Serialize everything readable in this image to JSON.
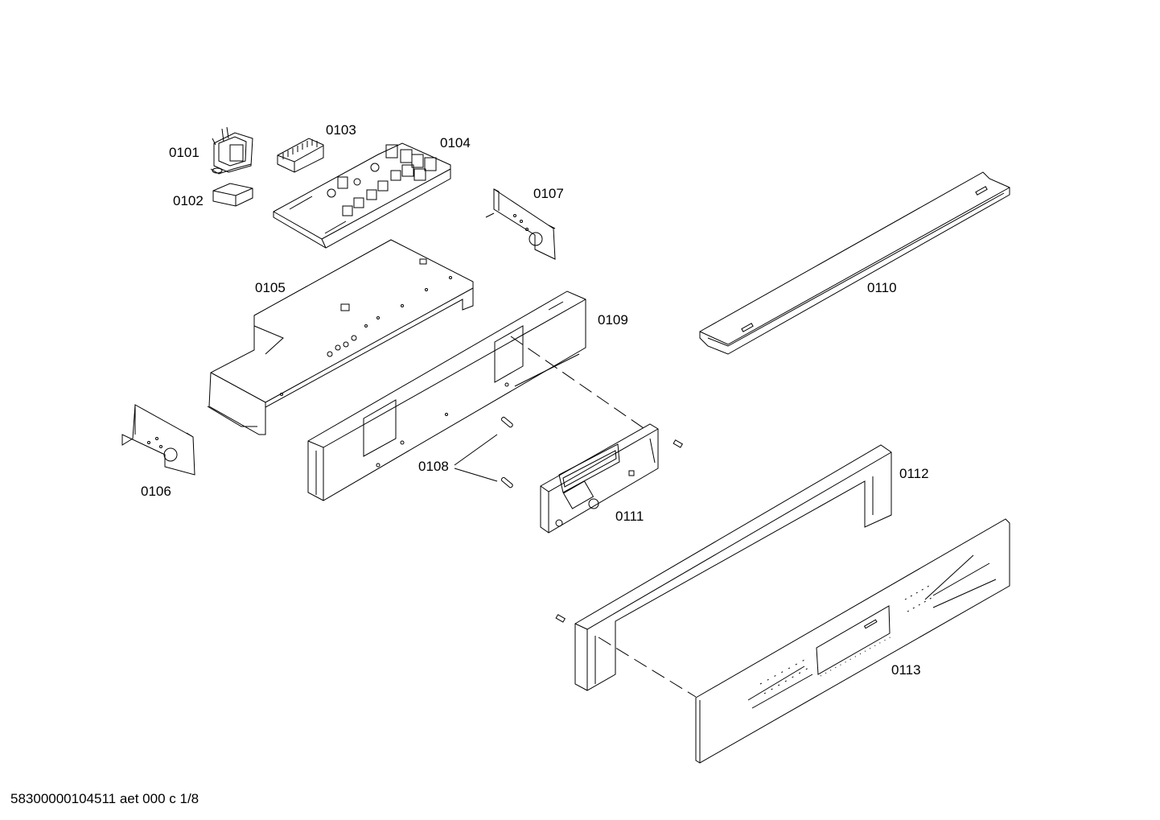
{
  "diagram": {
    "labels": {
      "p0101": "0101",
      "p0102": "0102",
      "p0103": "0103",
      "p0104": "0104",
      "p0105": "0105",
      "p0106": "0106",
      "p0107": "0107",
      "p0108": "0108",
      "p0109": "0109",
      "p0110": "0110",
      "p0111": "0111",
      "p0112": "0112",
      "p0113": "0113"
    },
    "footer": "58300000104511 aet 000 c 1/8",
    "colors": {
      "line": "#000000",
      "background": "#ffffff"
    }
  }
}
